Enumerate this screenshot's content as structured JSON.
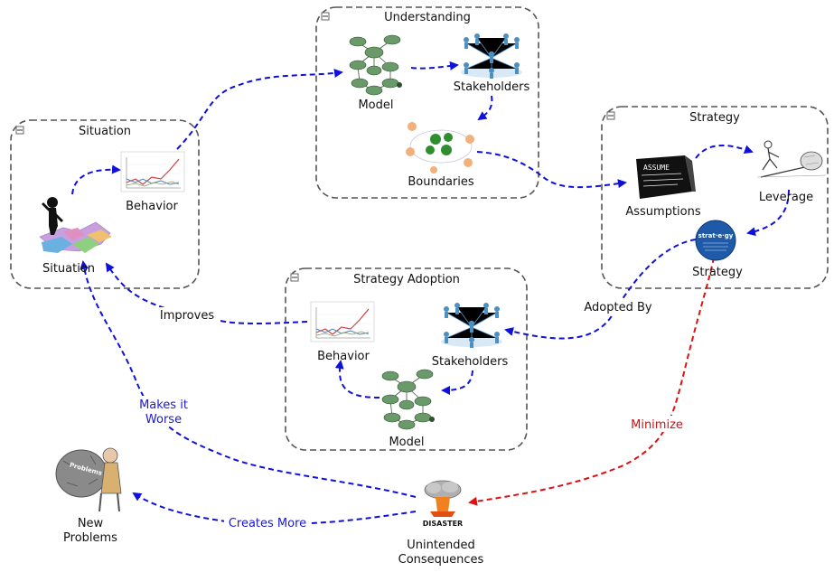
{
  "groups": {
    "situation": {
      "title": "Situation"
    },
    "understanding": {
      "title": "Understanding"
    },
    "strategy": {
      "title": "Strategy"
    },
    "adoption": {
      "title": "Strategy Adoption"
    }
  },
  "nodes": {
    "behavior_1": "Behavior",
    "situation": "Situation",
    "model_1": "Model",
    "stakeholders_1": "Stakeholders",
    "boundaries": "Boundaries",
    "assumptions": "Assumptions",
    "leverage": "Leverage",
    "strategy": "Strategy",
    "behavior_2": "Behavior",
    "stakeholders_2": "Stakeholders",
    "model_2": "Model",
    "new_problems_1": "New",
    "new_problems_2": "Problems",
    "unintended_1": "Unintended",
    "unintended_2": "Consequences",
    "disaster_text": "DISASTER",
    "assume_text": "ASSUME",
    "strategy_badge": "strat·e·gy",
    "problems_text": "Problems"
  },
  "edge_labels": {
    "improves": "Improves",
    "adopted_by": "Adopted By",
    "makes_it_1": "Makes it",
    "makes_it_2": "Worse",
    "minimize": "Minimize",
    "creates_more": "Creates More"
  },
  "colors": {
    "edge_blue": "#1010dd",
    "edge_red": "#dd1111",
    "model_node": "#6a9a6a",
    "stakeholder": "#4a90c2",
    "boundary_green": "#2f8f2f",
    "boundary_orange": "#f2b07a"
  }
}
